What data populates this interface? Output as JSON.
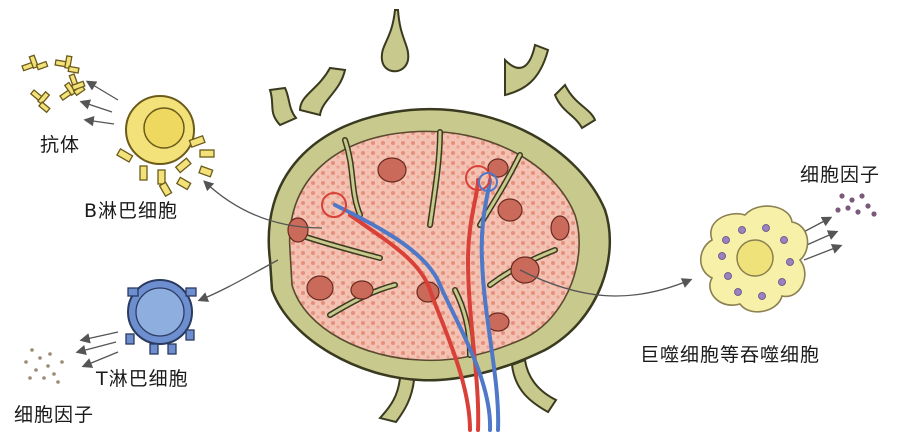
{
  "labels": {
    "antibody": "抗体",
    "b_cell": "B淋巴细胞",
    "t_cell": "T淋巴细胞",
    "cytokine_left": "细胞因子",
    "cytokine_right": "细胞因子",
    "macrophage": "巨噬细胞等吞噬细胞"
  },
  "colors": {
    "node_capsule": "#c8c98c",
    "node_outline": "#3a3a20",
    "cortex_fill": "#f2b8a6",
    "follicle": "#c96a5a",
    "artery": "#d94038",
    "vein": "#4f78c8",
    "b_cell": "#f3e27a",
    "t_cell": "#6d8fd0",
    "macrophage": "#f7f0a8",
    "granule": "#8a6fb0"
  }
}
